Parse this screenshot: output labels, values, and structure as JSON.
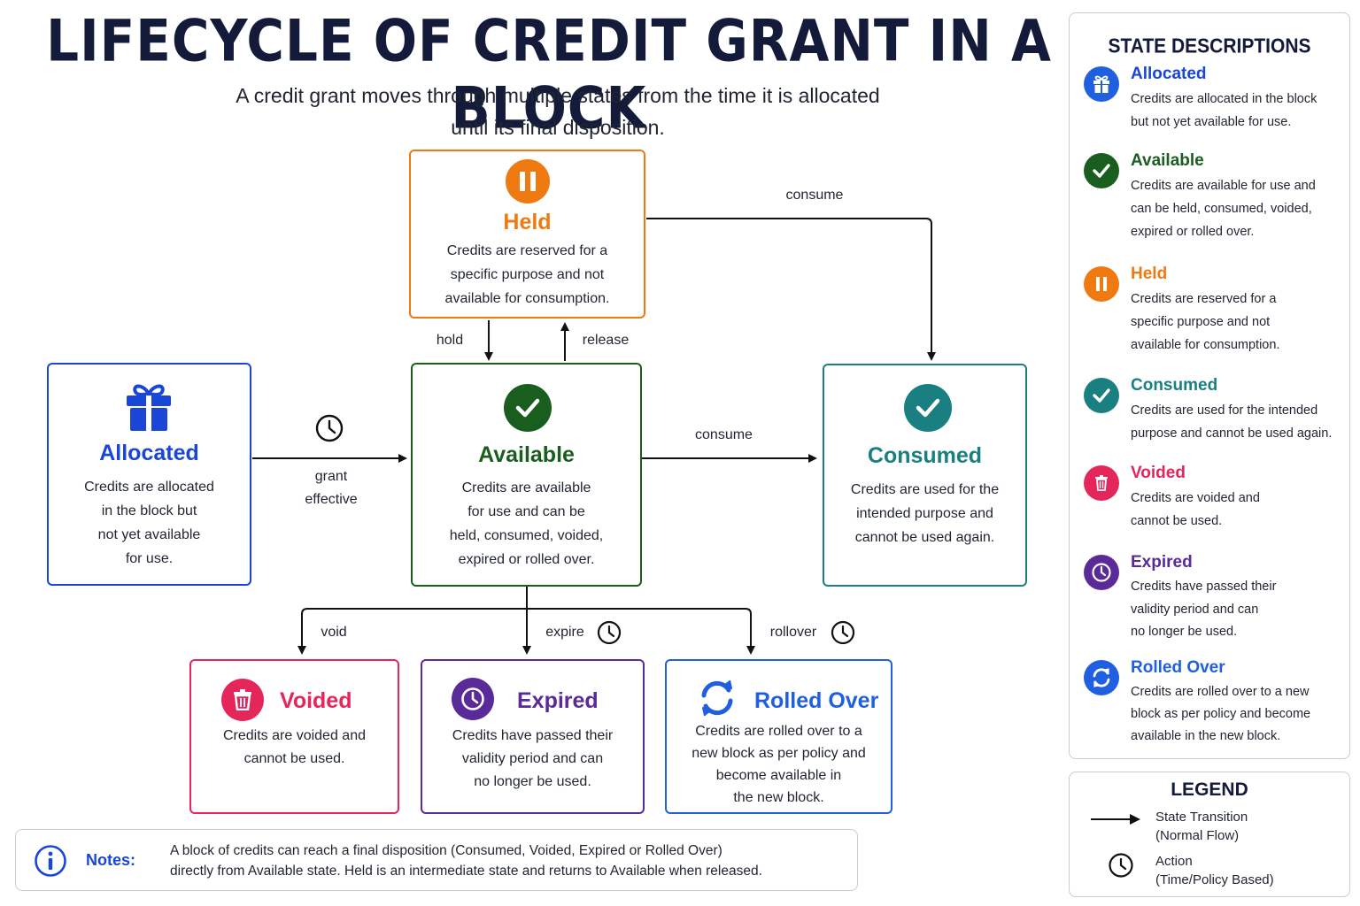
{
  "title": "LIFECYCLE OF CREDIT GRANT IN A BLOCK",
  "subtitle_line1": "A credit grant moves through multiple states from the time it is allocated",
  "subtitle_line2": "until its final disposition.",
  "colors": {
    "allocated": "#1a46d8",
    "available": "#1a5e1f",
    "held": "#f07a12",
    "consumed": "#1a7f80",
    "voided": "#e5265a",
    "expired": "#5b2a99",
    "rolled_over": "#1f5fe0"
  },
  "nodes": {
    "held": {
      "label": "Held",
      "desc": [
        "Credits are reserved for a",
        "specific purpose and not",
        "available for consumption."
      ],
      "icon": "pause-icon"
    },
    "allocated": {
      "label": "Allocated",
      "desc": [
        "Credits are allocated",
        "in the block but",
        "not yet available",
        "for use."
      ],
      "icon": "gift-icon"
    },
    "available": {
      "label": "Available",
      "desc": [
        "Credits are available",
        "for use and can be",
        "held, consumed, voided,",
        "expired or rolled over."
      ],
      "icon": "check-icon"
    },
    "consumed": {
      "label": "Consumed",
      "desc": [
        "Credits are used for the",
        "intended purpose and",
        "cannot be used again."
      ],
      "icon": "check-icon"
    },
    "voided": {
      "label": "Voided",
      "desc": [
        "Credits are voided and",
        "cannot be used."
      ],
      "icon": "trash-icon"
    },
    "expired": {
      "label": "Expired",
      "desc": [
        "Credits have passed their",
        "validity period and can",
        "no longer be used."
      ],
      "icon": "clock-icon"
    },
    "rolled_over": {
      "label": "Rolled Over",
      "desc": [
        "Credits are rolled over to a",
        "new block as per policy and",
        "become available in",
        "the new block."
      ],
      "icon": "refresh-icon"
    }
  },
  "edges": {
    "consume_held": "consume",
    "hold": "hold",
    "release": "release",
    "grant": "grant",
    "effective": "effective",
    "consume_available": "consume",
    "void": "void",
    "expire": "expire",
    "rollover": "rollover"
  },
  "panel": {
    "title": "STATE DESCRIPTIONS",
    "items": [
      {
        "name": "Allocated",
        "desc": [
          "Credits are allocated in the block",
          "but not yet available for use."
        ]
      },
      {
        "name": "Available",
        "desc": [
          "Credits are available for use and",
          "can be held, consumed, voided,",
          "expired or rolled over."
        ]
      },
      {
        "name": "Held",
        "desc": [
          "Credits are reserved for a",
          "specific purpose and not",
          "available for consumption."
        ]
      },
      {
        "name": "Consumed",
        "desc": [
          "Credits are used for the intended",
          "purpose and cannot be used again."
        ]
      },
      {
        "name": "Voided",
        "desc": [
          "Credits are voided and",
          "cannot be used."
        ]
      },
      {
        "name": "Expired",
        "desc": [
          "Credits have passed their",
          "validity period and can",
          "no longer be used."
        ]
      },
      {
        "name": "Rolled Over",
        "desc": [
          "Credits are rolled over to a new",
          "block as per policy and become",
          "available in the new block."
        ]
      }
    ]
  },
  "legend": {
    "title": "LEGEND",
    "transition_line1": "State Transition",
    "transition_line2": "(Normal Flow)",
    "action_line1": "Action",
    "action_line2": "(Time/Policy Based)"
  },
  "notes": {
    "label": "Notes:",
    "line1": "A block of credits can reach a final disposition (Consumed, Voided, Expired or Rolled Over)",
    "line2": "directly from Available state. Held is an intermediate state and returns to Available when released."
  }
}
